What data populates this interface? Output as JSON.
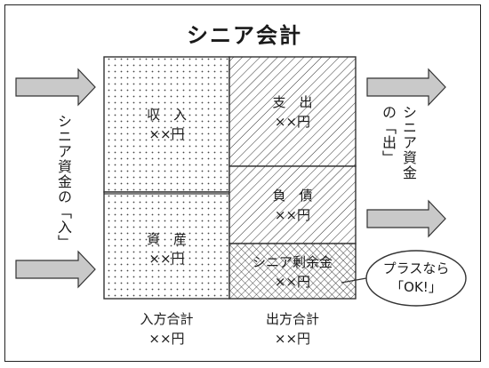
{
  "title": "シニア会計",
  "left_side_label": "シニア資金の「入」",
  "right_side_label_1": "シニア資金",
  "right_side_label_2": "の「出」",
  "cells": {
    "income": {
      "label": "収　入",
      "value": "××円"
    },
    "assets": {
      "label": "資　産",
      "value": "××円"
    },
    "expense": {
      "label": "支　出",
      "value": "××円"
    },
    "liabilities": {
      "label": "負　債",
      "value": "××円"
    },
    "surplus": {
      "label": "シニア剰余金",
      "value": "××円"
    }
  },
  "totals": {
    "in": {
      "label": "入方合計",
      "value": "××円"
    },
    "out": {
      "label": "出方合計",
      "value": "××円"
    }
  },
  "bubble": {
    "line1": "プラスなら",
    "line2": "「OK!」"
  },
  "colors": {
    "arrow_fill": "#c9c9c9",
    "stroke": "#333333",
    "background": "#ffffff"
  }
}
